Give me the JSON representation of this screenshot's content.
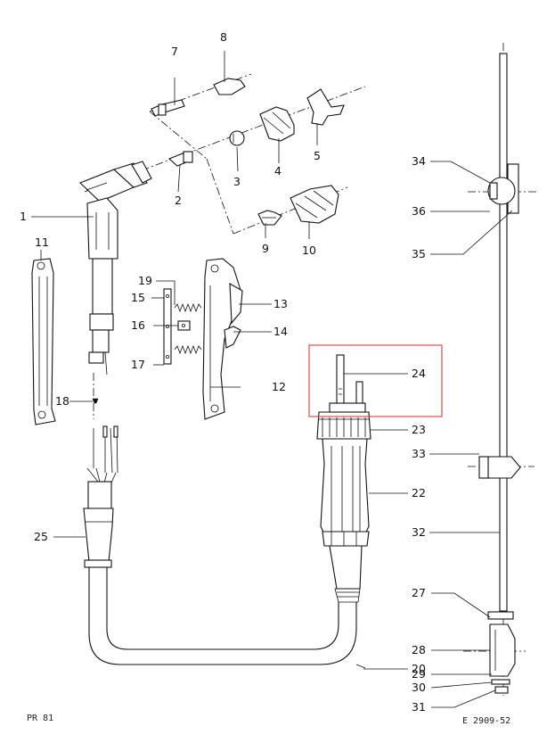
{
  "diagram": {
    "labels": {
      "p1": "1",
      "p2": "2",
      "p3": "3",
      "p4": "4",
      "p5": "5",
      "p7": "7",
      "p8": "8",
      "p9": "9",
      "p10": "10",
      "p11": "11",
      "p12": "12",
      "p13": "13",
      "p14": "14",
      "p15": "15",
      "p16": "16",
      "p17": "17",
      "p18": "18",
      "p19": "19",
      "p20": "20",
      "p22": "22",
      "p23": "23",
      "p24": "24",
      "p25": "25",
      "p27": "27",
      "p28": "28",
      "p29": "29",
      "p30": "30",
      "p31": "31",
      "p32": "32",
      "p33": "33",
      "p34": "34",
      "p35": "35",
      "p36": "36"
    },
    "footer_left": "PR 81",
    "footer_right": "E 2909-52",
    "highlight_color": "#e23a3a"
  }
}
